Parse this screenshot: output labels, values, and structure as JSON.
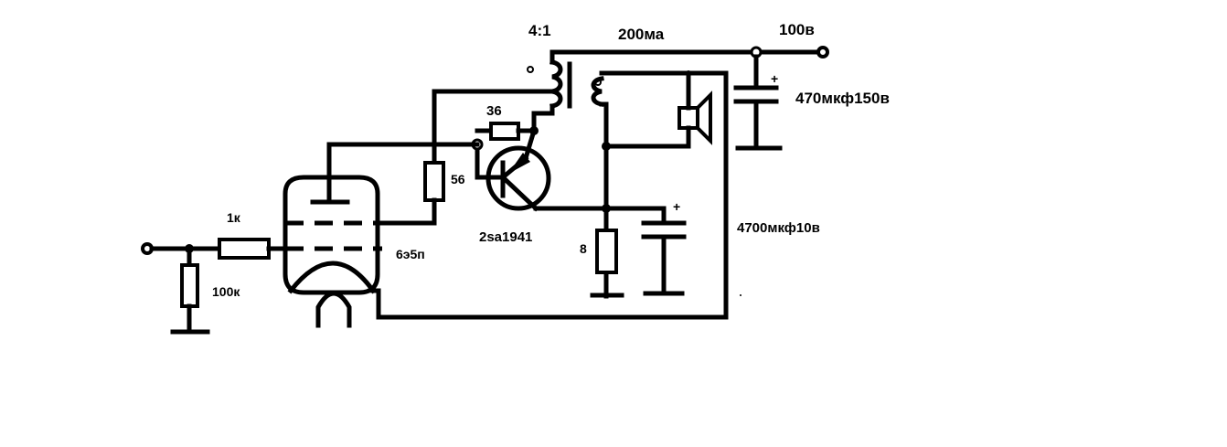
{
  "colors": {
    "ink": "#000000",
    "background": "#ffffff"
  },
  "labels": {
    "transformer_ratio": "4:1",
    "supply_current": "200ма",
    "supply_voltage": "100в",
    "filter_capacitor": "470мкф150в",
    "base_resistor": "36",
    "plate_resistor": "56",
    "transistor": "2sa1941",
    "grid_resistor_series": "1к",
    "grid_resistor_shunt": "100к",
    "tube": "6э5п",
    "emitter_resistor": "8",
    "emitter_capacitor": "4700мкф10в"
  },
  "polarity_marks": {
    "filter_capacitor": "+",
    "emitter_capacitor": "+"
  }
}
